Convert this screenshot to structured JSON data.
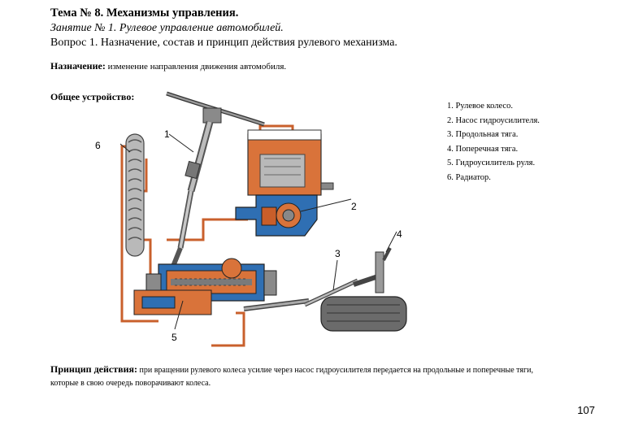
{
  "slide": {
    "title": "Тема № 8. Механизмы управления.",
    "lesson": "Занятие № 1. Рулевое управление автомобилей.",
    "question": "Вопрос 1. Назначение, состав и принцип действия рулевого механизма."
  },
  "purpose": {
    "label": "Назначение:",
    "text": " изменение направления движения автомобиля."
  },
  "general": {
    "label": "Общее устройство:"
  },
  "legend": [
    "1. Рулевое колесо.",
    "2. Насос гидроусилителя.",
    "3. Продольная тяга.",
    "4. Поперечная тяга.",
    "5. Гидроусилитель руля.",
    "6. Радиатор."
  ],
  "callouts": {
    "c1": "1",
    "c2": "2",
    "c3": "3",
    "c4": "4",
    "c5": "5",
    "c6": "6"
  },
  "principle": {
    "label": "Принцип действия:",
    "line1": " при вращении рулевого колеса усилие через насос гидроусилителя передается на продольные и поперечные тяги,",
    "line2": "которые в свою очередь поворачивают колеса."
  },
  "page_number": "107",
  "colors": {
    "housing_orange": "#d9733a",
    "housing_blue": "#2f6fb3",
    "metal_gray": "#8a8a8a",
    "pipe_orange": "#c9602c"
  }
}
